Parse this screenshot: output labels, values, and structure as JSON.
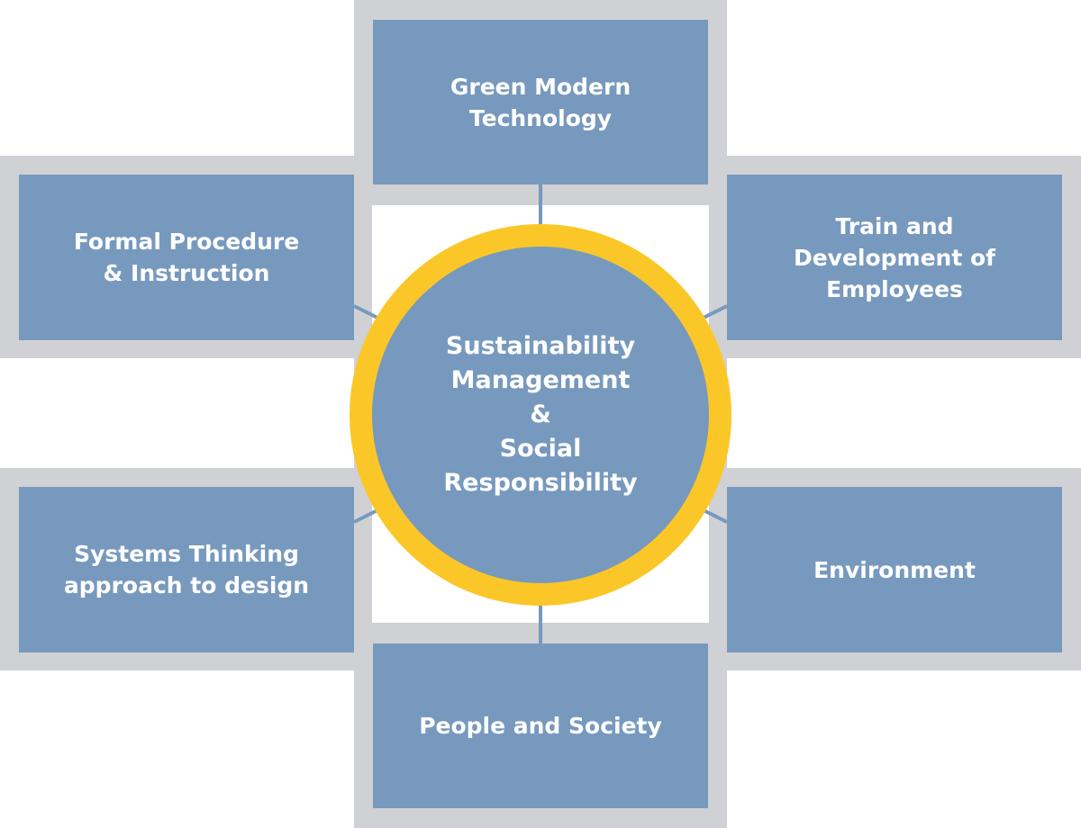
{
  "center": {
    "label": "Sustainability\nManagement\n&\nSocial\nResponsibility"
  },
  "nodes": {
    "top": "Green Modern\nTechnology",
    "top_left": "Formal Procedure\n& Instruction",
    "top_right": "Train and\nDevelopment of\nEmployees",
    "bottom_left": "Systems Thinking\napproach to design",
    "bottom_right": "Environment",
    "bottom": "People and Society"
  },
  "colors": {
    "box_fill": "#7799be",
    "frame": "#d0d1d4",
    "ring": "#fbc728",
    "text": "#ffffff"
  }
}
